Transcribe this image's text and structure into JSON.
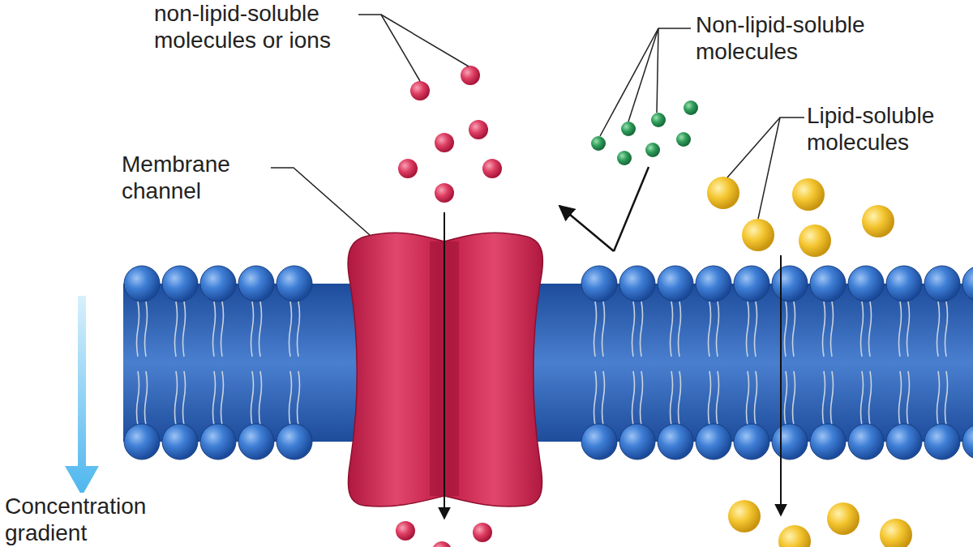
{
  "diagram": {
    "labels": [
      "non-lipid-soluble molecules or ions",
      "Non-lipid-soluble molecules",
      "Membrane channel",
      "Lipid-soluble molecules",
      "Concentration gradient"
    ]
  }
}
